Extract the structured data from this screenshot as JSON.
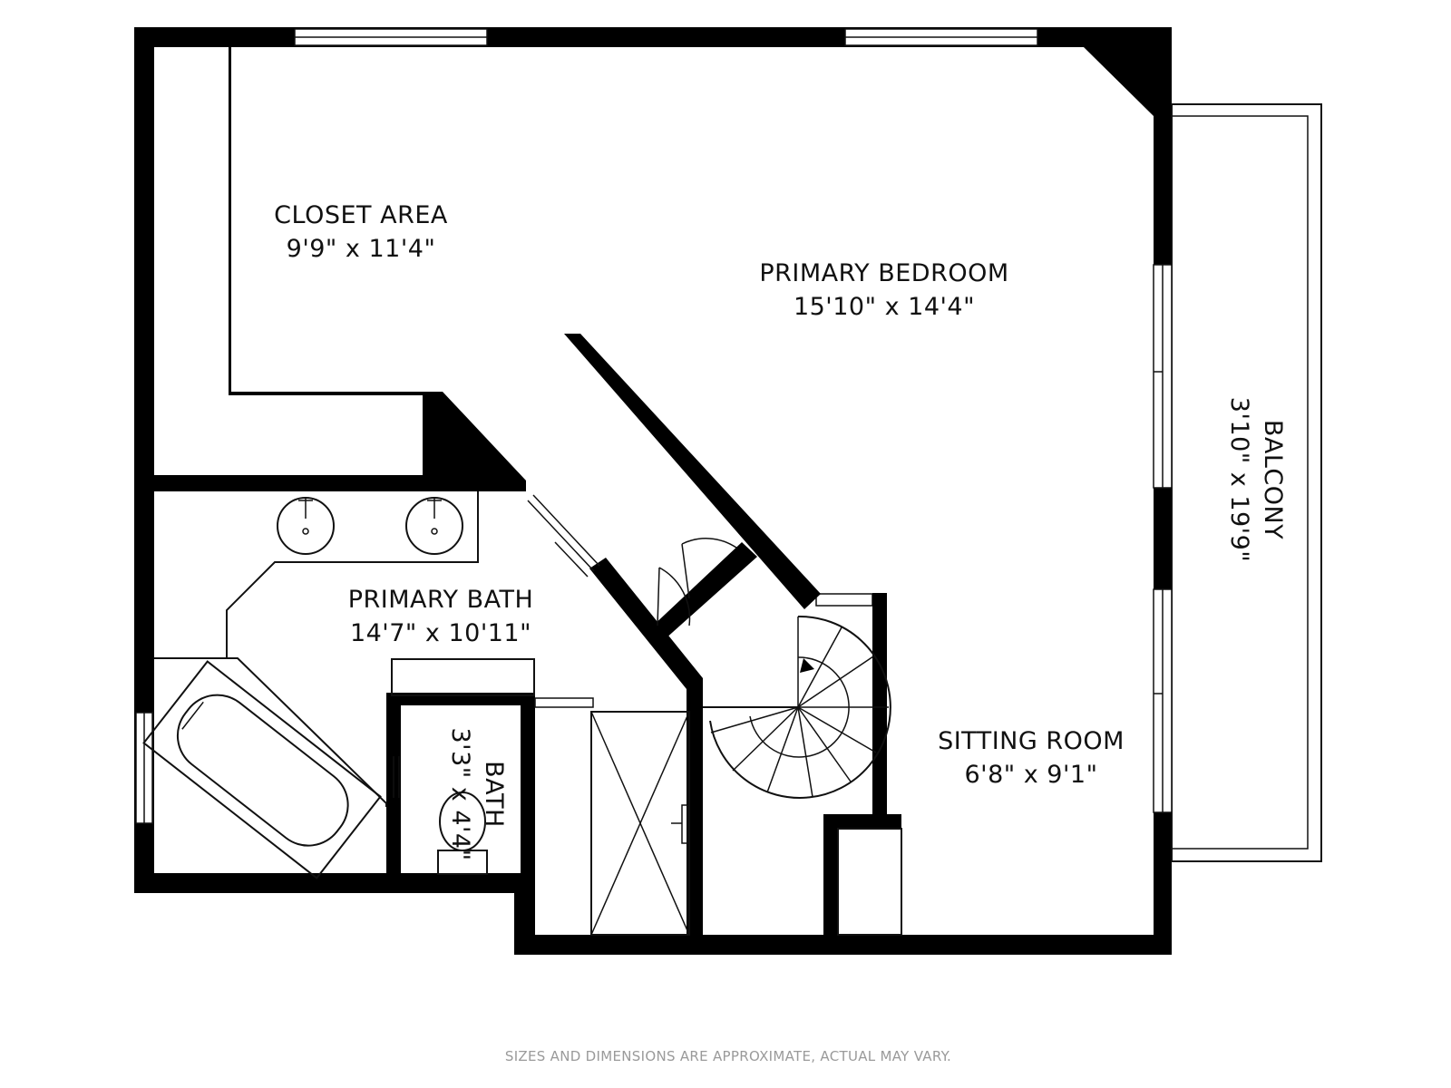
{
  "rooms": [
    {
      "id": "closet-area",
      "name": "CLOSET AREA",
      "dimensions": "9'9\" x 11'4\""
    },
    {
      "id": "primary-bedroom",
      "name": "PRIMARY BEDROOM",
      "dimensions": "15'10\" x 14'4\""
    },
    {
      "id": "primary-bath",
      "name": "PRIMARY BATH",
      "dimensions": "14'7\" x 10'11\""
    },
    {
      "id": "bath",
      "name": "BATH",
      "dimensions": "3'3\" x 4'4\""
    },
    {
      "id": "sitting-room",
      "name": "SITTING ROOM",
      "dimensions": "6'8\" x 9'1\""
    },
    {
      "id": "balcony",
      "name": "BALCONY",
      "dimensions": "3'10\" x 19'9\""
    }
  ],
  "disclaimer": "SIZES AND DIMENSIONS ARE APPROXIMATE, ACTUAL MAY VARY.",
  "colors": {
    "wall": "#000000",
    "background": "#ffffff",
    "disclaimer": "#9a9a9a"
  }
}
